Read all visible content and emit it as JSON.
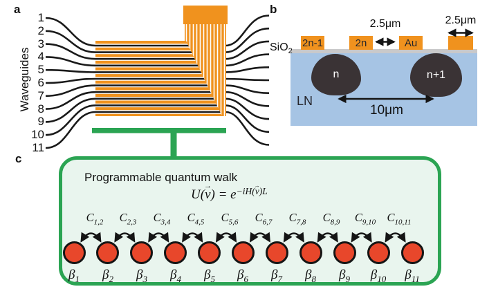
{
  "panel_a": {
    "label": "a",
    "axis_label": "Waveguides",
    "waveguide_numbers": [
      "1",
      "2",
      "3",
      "4",
      "5",
      "6",
      "7",
      "8",
      "9",
      "10",
      "11"
    ]
  },
  "panel_b": {
    "label": "b",
    "sio2_base": "SiO",
    "sio2_sub": "2",
    "ln_label": "LN",
    "electrode_labels": [
      "2n-1",
      "2n",
      "Au"
    ],
    "dimensions": {
      "electrode_gap": "2.5μm",
      "electrode_width": "2.5μm",
      "waveguide_pitch": "10μm"
    },
    "waveguide_labels": [
      "n",
      "n+1"
    ]
  },
  "panel_c": {
    "label": "c",
    "title": "Programmable quantum walk",
    "equation": {
      "lhs_u": "U(",
      "var_v": "v",
      "vec_arrow": "→",
      "lhs_close": ") = ",
      "base": "e",
      "exp_pre": "−iH(",
      "exp_post": ")L"
    },
    "couplings": [
      {
        "base": "C",
        "sub": "1,2"
      },
      {
        "base": "C",
        "sub": "2,3"
      },
      {
        "base": "C",
        "sub": "3,4"
      },
      {
        "base": "C",
        "sub": "4,5"
      },
      {
        "base": "C",
        "sub": "5,6"
      },
      {
        "base": "C",
        "sub": "6,7"
      },
      {
        "base": "C",
        "sub": "7,8"
      },
      {
        "base": "C",
        "sub": "8,9"
      },
      {
        "base": "C",
        "sub": "9,10"
      },
      {
        "base": "C",
        "sub": "10,11"
      }
    ],
    "sites": [
      {
        "base": "β",
        "sub": "1"
      },
      {
        "base": "β",
        "sub": "2"
      },
      {
        "base": "β",
        "sub": "3"
      },
      {
        "base": "β",
        "sub": "4"
      },
      {
        "base": "β",
        "sub": "5"
      },
      {
        "base": "β",
        "sub": "6"
      },
      {
        "base": "β",
        "sub": "7"
      },
      {
        "base": "β",
        "sub": "8"
      },
      {
        "base": "β",
        "sub": "9"
      },
      {
        "base": "β",
        "sub": "10"
      },
      {
        "base": "β",
        "sub": "11"
      }
    ]
  },
  "colors": {
    "electrode_orange": "#F0921E",
    "ground_green": "#2BA453",
    "site_red": "#E8472B",
    "ln_blue": "#A6C4E4",
    "sio2_gray": "#C9C9CA",
    "waveguide_core_dark": "#3A3335",
    "quantum_walk_box_fill": "#E9F5EE"
  }
}
